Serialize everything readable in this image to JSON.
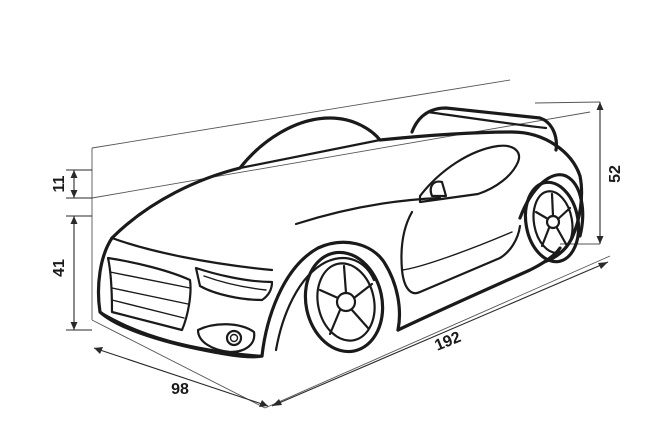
{
  "dimensions": {
    "length": "192",
    "width": "98",
    "total_height": "52",
    "body_height": "41",
    "top_height": "11"
  },
  "colors": {
    "ink": "#1a1a1a",
    "background": "#ffffff"
  }
}
